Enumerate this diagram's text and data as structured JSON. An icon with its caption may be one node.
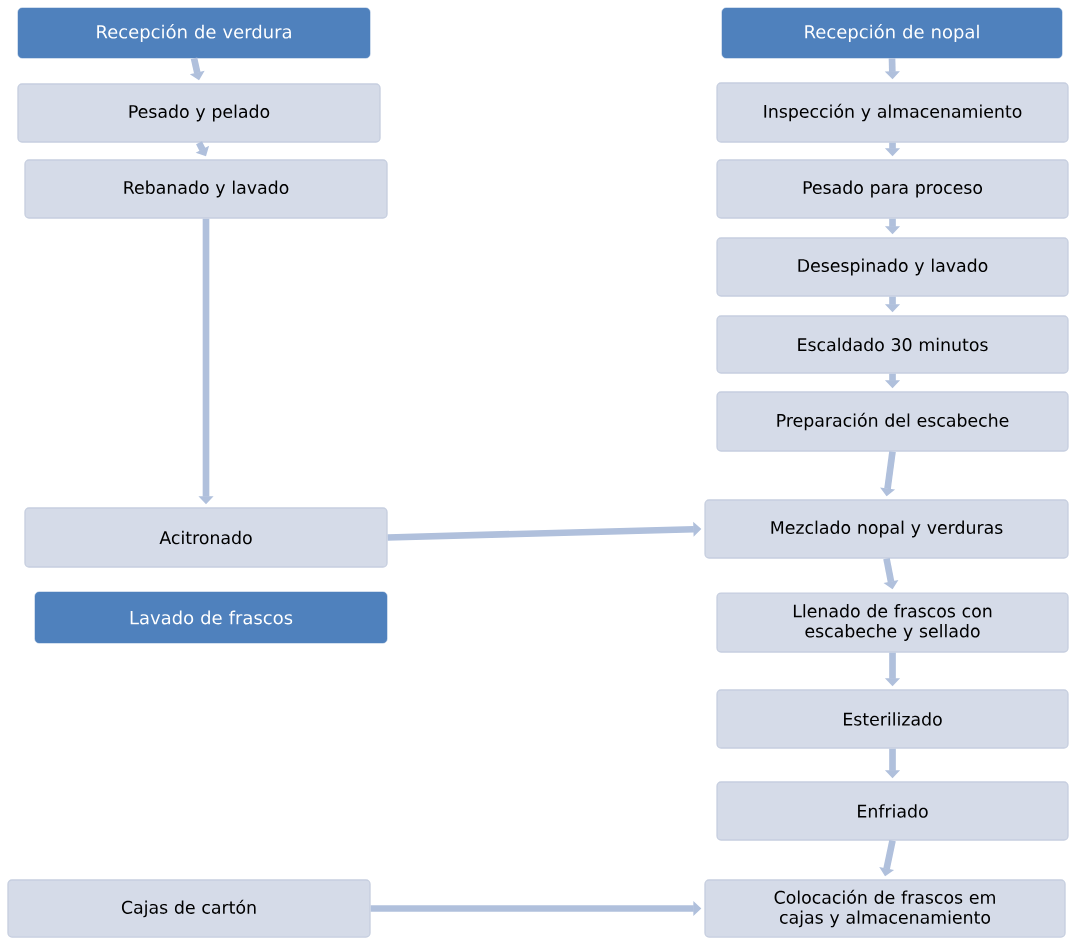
{
  "diagram": {
    "nodes": [
      {
        "text": [
          "Recepción de verdura"
        ]
      },
      {
        "text": [
          "Pesado y pelado"
        ]
      },
      {
        "text": [
          "Rebanado y lavado"
        ]
      },
      {
        "text": [
          "Acitronado"
        ]
      },
      {
        "text": [
          "Lavado de frascos"
        ]
      },
      {
        "text": [
          "Cajas de cartón"
        ]
      },
      {
        "text": [
          "Recepción de nopal"
        ]
      },
      {
        "text": [
          "Inspección y almacenamiento"
        ]
      },
      {
        "text": [
          "Pesado para proceso"
        ]
      },
      {
        "text": [
          "Desespinado y lavado"
        ]
      },
      {
        "text": [
          "Escaldado 30 minutos"
        ]
      },
      {
        "text": [
          "Preparación del escabeche"
        ]
      },
      {
        "text": [
          "Mezclado nopal y verduras"
        ]
      },
      {
        "text": [
          "Llenado de frascos con escabeche y sellado"
        ]
      },
      {
        "text": [
          "Esterilizado"
        ]
      },
      {
        "text": [
          "Enfriado"
        ]
      },
      {
        "text": [
          "Colocación de frascos em cajas y almacenamiento"
        ]
      }
    ],
    "edges": [
      {
        "from": 0,
        "to": 1,
        "arrow": "to"
      },
      {
        "from": 1,
        "to": 2,
        "arrow": "to"
      },
      {
        "from": 2,
        "to": 3,
        "arrow": "to"
      },
      {
        "from": 3,
        "to": 12,
        "arrow": "to"
      },
      {
        "from": 6,
        "to": 7,
        "arrow": "to"
      },
      {
        "from": 7,
        "to": 8,
        "arrow": "to"
      },
      {
        "from": 8,
        "to": 9,
        "arrow": "to"
      },
      {
        "from": 9,
        "to": 10,
        "arrow": "to"
      },
      {
        "from": 10,
        "to": 11,
        "arrow": "to"
      },
      {
        "from": 11,
        "to": 12,
        "arrow": "to"
      },
      {
        "from": 12,
        "to": 13,
        "arrow": "to"
      },
      {
        "from": 13,
        "to": 14,
        "arrow": "to"
      },
      {
        "from": 14,
        "to": 15,
        "arrow": "to"
      },
      {
        "from": 15,
        "to": 16,
        "arrow": "to"
      },
      {
        "from": 5,
        "to": 16,
        "arrow": "to"
      }
    ]
  }
}
